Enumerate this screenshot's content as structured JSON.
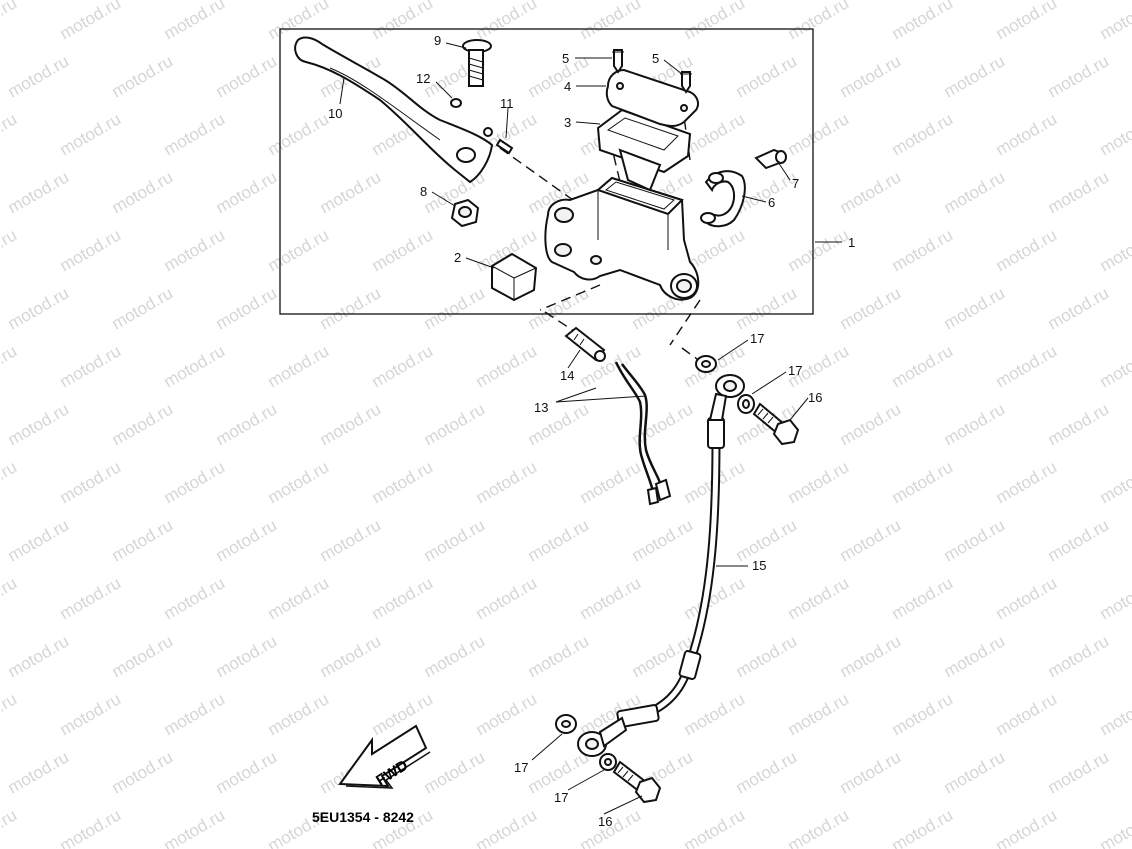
{
  "watermark": "motod.ru",
  "diagram_code": "5EU1354 - 8242",
  "direction_label": "FWD",
  "callouts": {
    "p1": "1",
    "p2": "2",
    "p3": "3",
    "p4": "4",
    "p5a": "5",
    "p5b": "5",
    "p6": "6",
    "p7": "7",
    "p8": "8",
    "p9": "9",
    "p10": "10",
    "p11": "11",
    "p12": "12",
    "p13": "13",
    "p14": "14",
    "p15": "15",
    "p16a": "16",
    "p16b": "16",
    "p17a": "17",
    "p17b": "17",
    "p17c": "17",
    "p17d": "17"
  }
}
